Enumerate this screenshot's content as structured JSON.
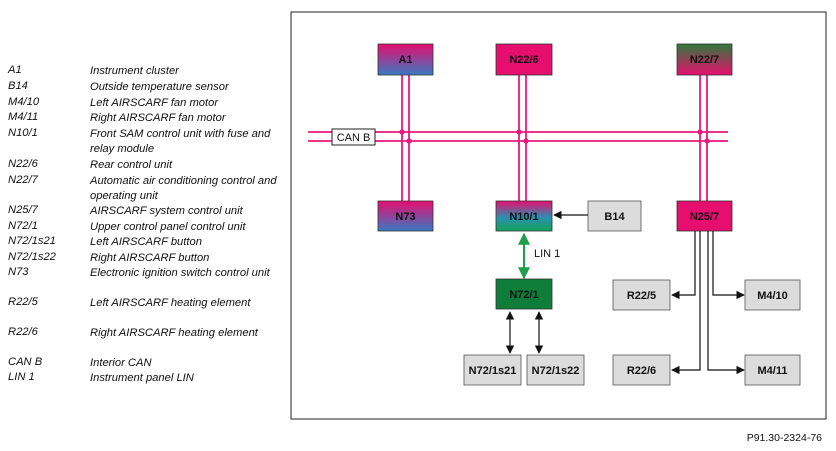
{
  "legend": [
    {
      "code": "A1",
      "desc": "Instrument cluster"
    },
    {
      "code": "B14",
      "desc": "Outside temperature sensor"
    },
    {
      "code": "M4/10",
      "desc": "Left AIRSCARF fan motor"
    },
    {
      "code": "M4/11",
      "desc": "Right AIRSCARF fan motor"
    },
    {
      "code": "N10/1",
      "desc": "Front SAM control unit with fuse and relay module"
    },
    {
      "code": "N22/6",
      "desc": "Rear control unit"
    },
    {
      "code": "N22/7",
      "desc": "Automatic air conditioning control and operating unit"
    },
    {
      "code": "N25/7",
      "desc": "AIRSCARF system control unit"
    },
    {
      "code": "N72/1",
      "desc": "Upper control panel control unit"
    },
    {
      "code": "N72/1s21",
      "desc": "Left AIRSCARF button"
    },
    {
      "code": "N72/1s22",
      "desc": "Right AIRSCARF button"
    },
    {
      "code": "N73",
      "desc": "Electronic ignition switch control unit"
    },
    {
      "code": "R22/5",
      "desc": "Left AIRSCARF heating element"
    },
    {
      "code": "R22/6",
      "desc": "Right AIRSCARF heating element"
    },
    {
      "code": "CAN B",
      "desc": "Interior CAN"
    },
    {
      "code": "LIN 1",
      "desc": "Instrument panel LIN"
    }
  ],
  "nodes": {
    "a1": "A1",
    "n22_6": "N22/6",
    "n22_7": "N22/7",
    "n73": "N73",
    "n10_1": "N10/1",
    "b14": "B14",
    "n25_7": "N25/7",
    "n72_1": "N72/1",
    "n72_1s21": "N72/1s21",
    "n72_1s22": "N72/1s22",
    "r22_5": "R22/5",
    "r22_6": "R22/6",
    "m4_10": "M4/10",
    "m4_11": "M4/11"
  },
  "bus": {
    "can_b": "CAN B",
    "lin_1": "LIN 1"
  },
  "reference": "P91.30-2324-76",
  "colors": {
    "can_bus": "#e8197c",
    "lin_bus": "#1e9e4a",
    "magenta": "#e60e6f",
    "blue": "#3a79c4",
    "dark_green": "#0e7d3a",
    "gray_box": "#dcdcdc"
  }
}
